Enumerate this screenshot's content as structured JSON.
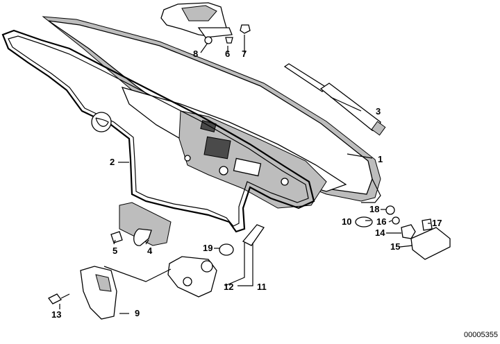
{
  "diagram": {
    "labels": {
      "p1": "1",
      "p2": "2",
      "p3": "3",
      "p4": "4",
      "p5": "5",
      "p6": "6",
      "p7": "7",
      "p8": "8",
      "p9": "9",
      "p10": "10",
      "p11": "11",
      "p12": "12",
      "p13": "13",
      "p14": "14",
      "p15": "15",
      "p16": "16",
      "p17": "17",
      "p18": "18",
      "p19": "19"
    },
    "image_code": "00005355"
  },
  "colors": {
    "line": "#000000",
    "shade": "#bdbdbd",
    "dark": "#4a4a4a",
    "background": "#ffffff"
  }
}
